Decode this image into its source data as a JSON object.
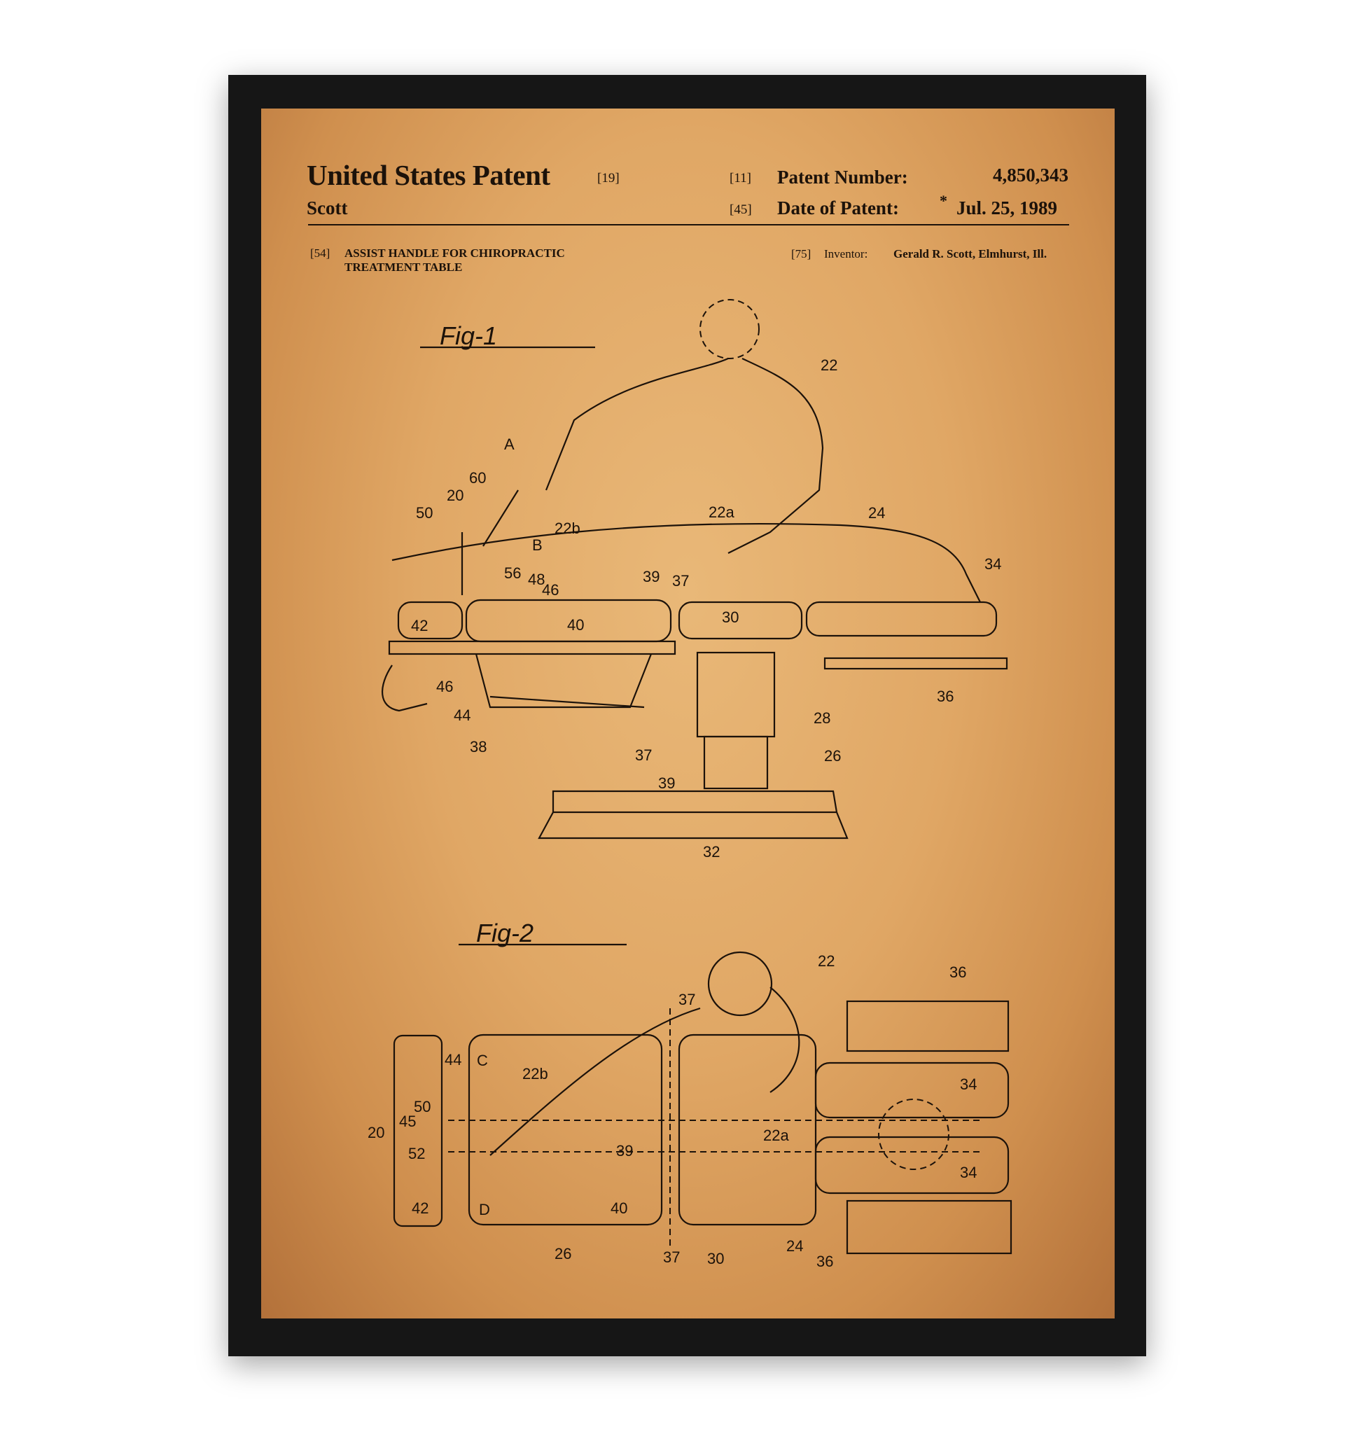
{
  "header": {
    "title": "United States Patent",
    "title_code": "[19]",
    "inventor_short": "Scott",
    "patent_number_code": "[11]",
    "patent_number_label": "Patent Number:",
    "patent_number": "4,850,343",
    "date_code": "[45]",
    "date_label": "Date of Patent:",
    "date_star": "*",
    "date": "Jul. 25, 1989",
    "title_field_code": "[54]",
    "invention_title_line1": "ASSIST HANDLE FOR CHIROPRACTIC",
    "invention_title_line2": "TREATMENT TABLE",
    "inventor_code": "[75]",
    "inventor_label": "Inventor:",
    "inventor": "Gerald R. Scott, Elmhurst, Ill."
  },
  "fig1": {
    "title": "Fig-1",
    "labels": [
      "22",
      "A",
      "60",
      "20",
      "50",
      "22b",
      "22a",
      "24",
      "B",
      "56",
      "48",
      "46",
      "39",
      "37",
      "34",
      "42",
      "40",
      "30",
      "46",
      "44",
      "38",
      "36",
      "28",
      "37",
      "26",
      "39",
      "32"
    ]
  },
  "fig2": {
    "title": "Fig-2",
    "labels": [
      "22",
      "36",
      "37",
      "44",
      "C",
      "22b",
      "34",
      "50",
      "45",
      "20",
      "22a",
      "39",
      "52",
      "34",
      "42",
      "D",
      "40",
      "24",
      "26",
      "37",
      "30",
      "36"
    ]
  },
  "colors": {
    "ink": "#1c120a",
    "paper": "#e0a765",
    "frame": "#161616"
  }
}
